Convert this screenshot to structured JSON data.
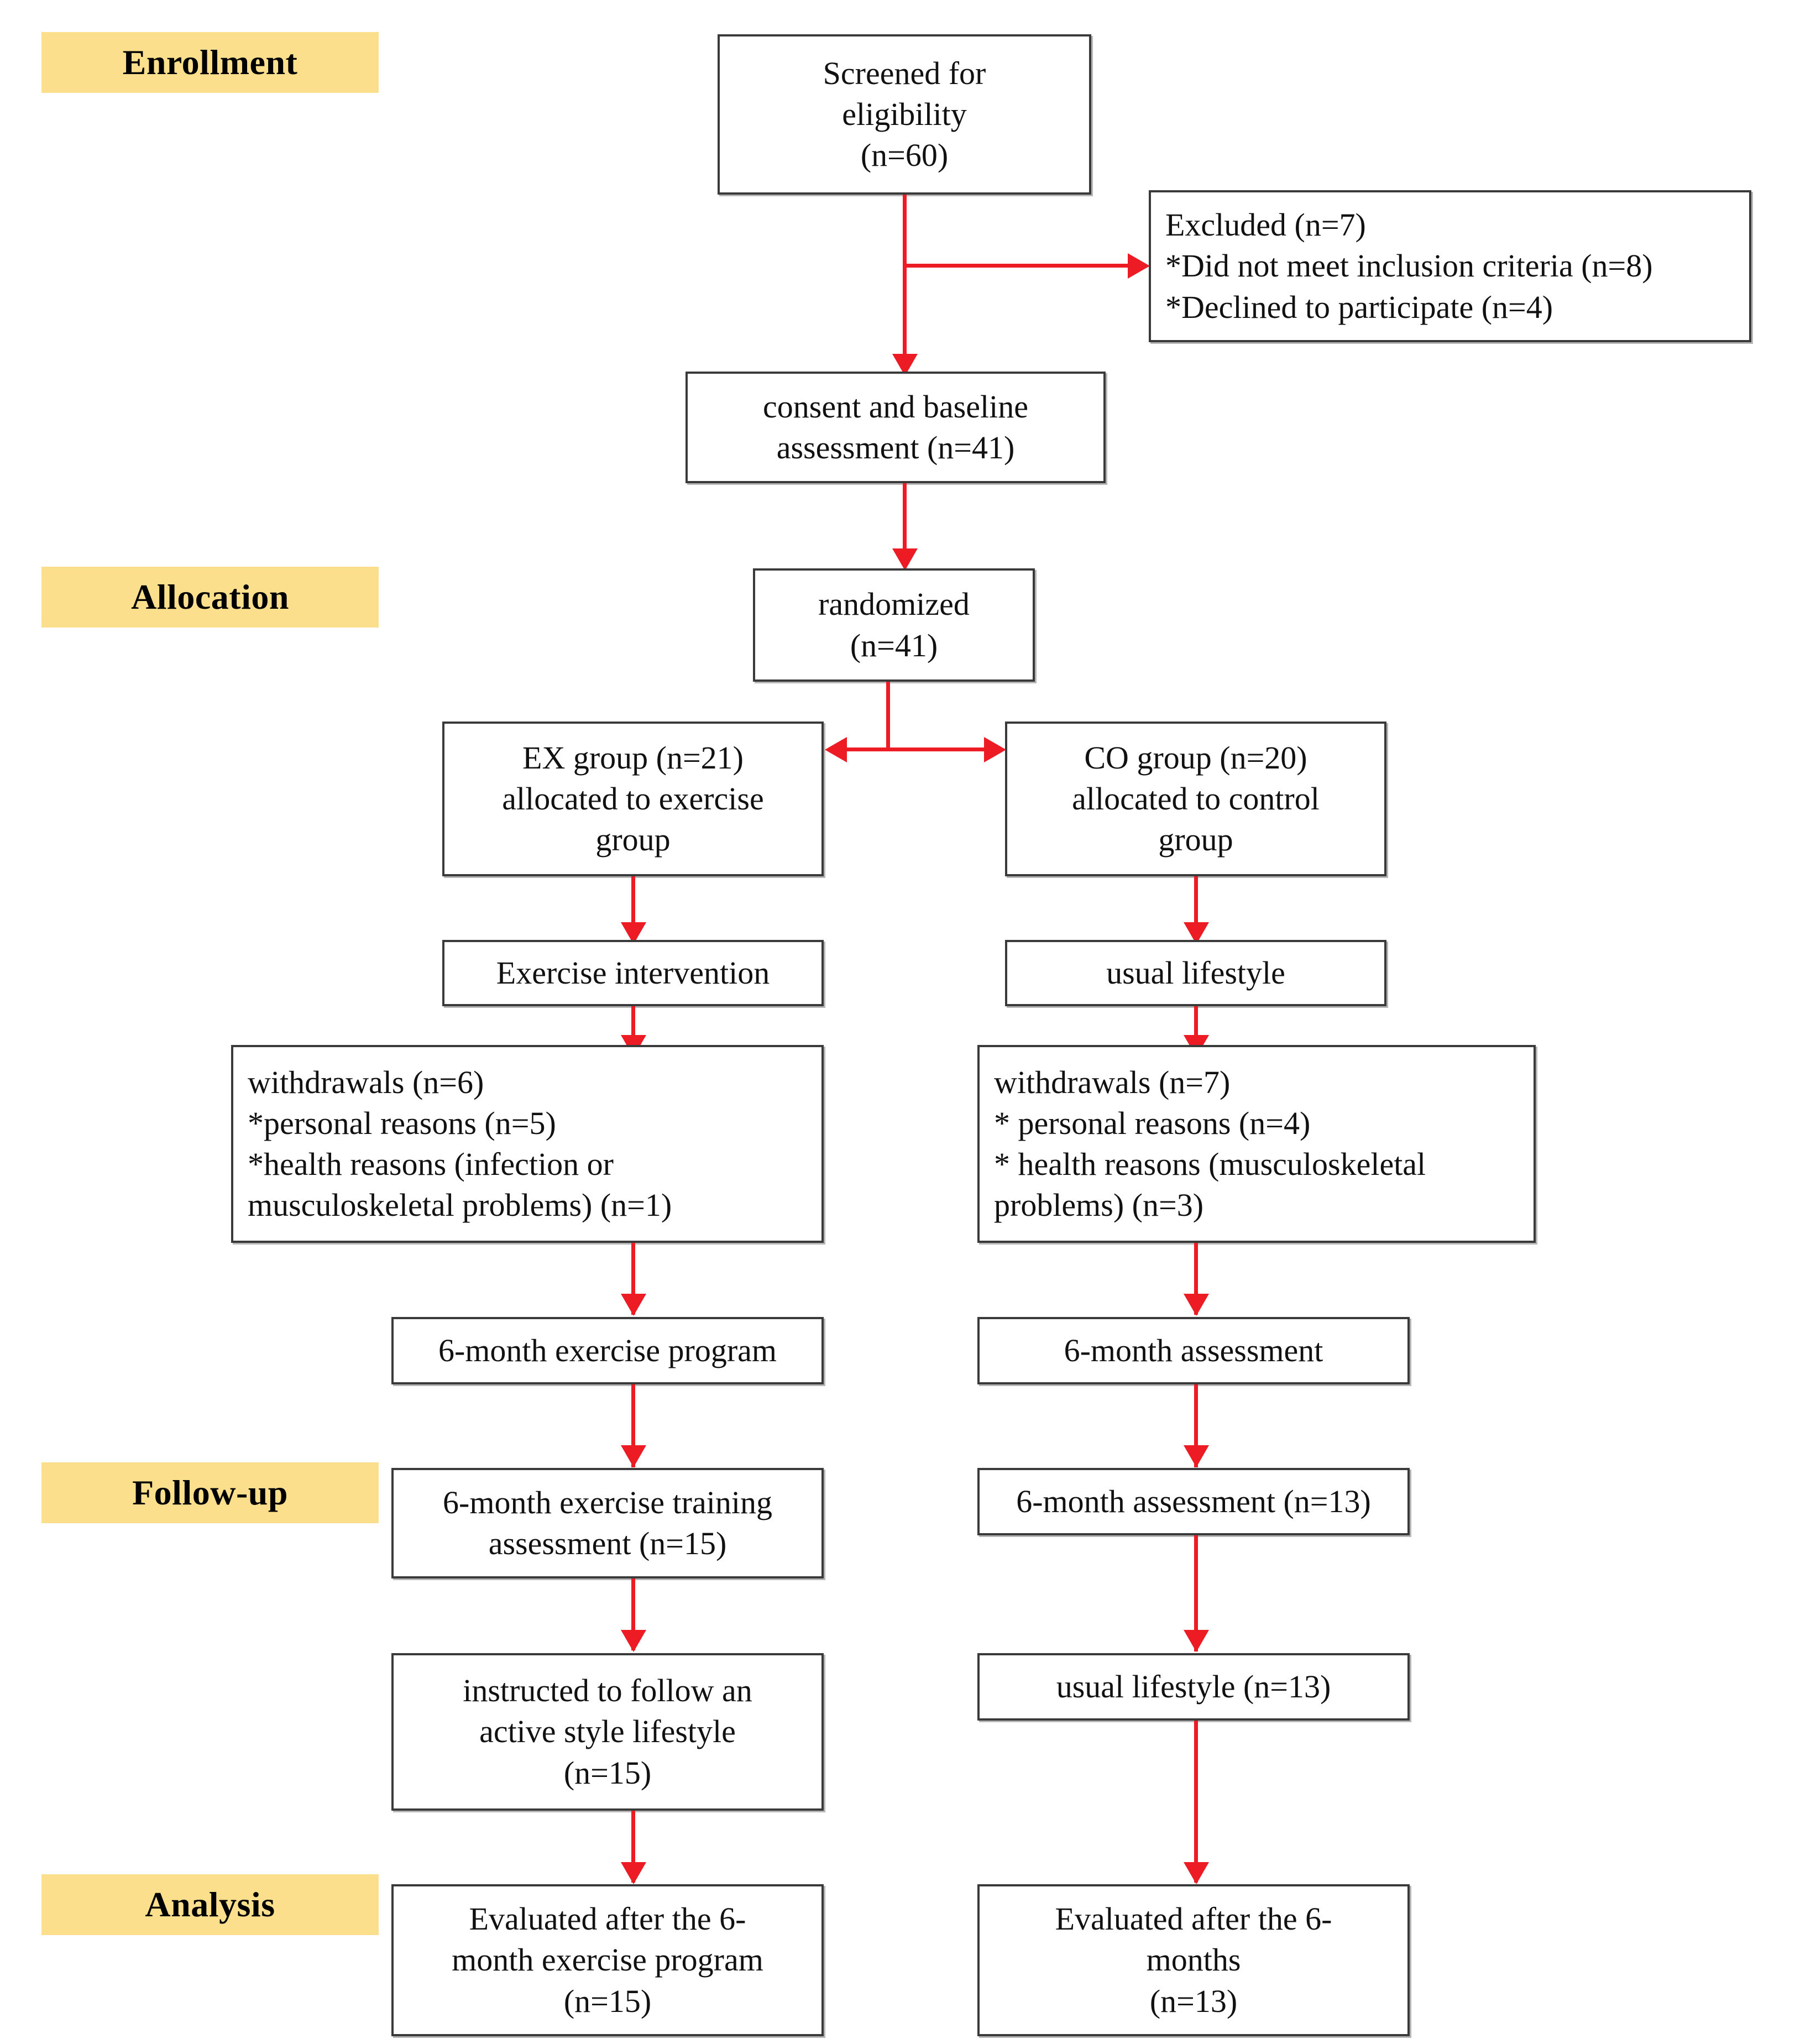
{
  "diagram": {
    "title": "CONSORT participant flow diagram",
    "accent_red": "#ED1C24",
    "stage_label_bg": "#FBDF8C",
    "box_border": "#3A3A3A"
  },
  "stages": {
    "enrollment": "Enrollment",
    "allocation": "Allocation",
    "followup": "Follow-up",
    "analysis": "Analysis"
  },
  "boxes": {
    "screened": {
      "line1": "Screened for",
      "line2": "eligibility",
      "line3": "(n=60)"
    },
    "excluded": {
      "line1": "Excluded (n=7)",
      "line2": "*Did not meet inclusion criteria (n=8)",
      "line3": "*Declined to participate (n=4)"
    },
    "consent": {
      "line1": "consent and baseline",
      "line2": "assessment (n=41)"
    },
    "randomized": {
      "line1": "randomized",
      "line2": "(n=41)"
    },
    "ex_group": {
      "line1": "EX group (n=21)",
      "line2": "allocated to exercise",
      "line3": "group"
    },
    "co_group": {
      "line1": "CO group (n=20)",
      "line2": "allocated to control",
      "line3": "group"
    },
    "ex_intervention": {
      "line1": "Exercise intervention"
    },
    "co_intervention": {
      "line1": "usual lifestyle"
    },
    "ex_withdrawals": {
      "line1": "withdrawals (n=6)",
      "line2": "*personal reasons (n=5)",
      "line3": "*health reasons (infection or",
      "line4": "musculoskeletal problems) (n=1)"
    },
    "co_withdrawals": {
      "line1": "withdrawals (n=7)",
      "line2": "* personal reasons (n=4)",
      "line3": "* health reasons (musculoskeletal",
      "line4": "problems) (n=3)"
    },
    "ex_program": {
      "line1": "6-month exercise program"
    },
    "co_assessment_1": {
      "line1": "6-month assessment"
    },
    "ex_training_assessment": {
      "line1": "6-month exercise training",
      "line2": "assessment (n=15)"
    },
    "co_assessment_2": {
      "line1": "6-month assessment (n=13)"
    },
    "ex_active_lifestyle": {
      "line1": "instructed to follow an",
      "line2": "active style lifestyle",
      "line3": "(n=15)"
    },
    "co_usual_lifestyle": {
      "line1": "usual lifestyle (n=13)"
    },
    "ex_evaluated": {
      "line1": "Evaluated after the 6-",
      "line2": "month exercise program",
      "line3": "(n=15)"
    },
    "co_evaluated": {
      "line1": "Evaluated after the 6-",
      "line2": "months",
      "line3": "(n=13)"
    }
  },
  "chart_data": {
    "type": "diagram",
    "title": "CONSORT flow diagram of participants",
    "nodes": [
      {
        "id": "screened",
        "stage": "Enrollment",
        "label": "Screened for eligibility",
        "n": 60
      },
      {
        "id": "excluded",
        "stage": "Enrollment",
        "label": "Excluded",
        "n": 7,
        "reasons": [
          {
            "label": "Did not meet inclusion criteria",
            "n": 8
          },
          {
            "label": "Declined to participate",
            "n": 4
          }
        ]
      },
      {
        "id": "consent",
        "stage": "Enrollment",
        "label": "consent and baseline assessment",
        "n": 41
      },
      {
        "id": "randomized",
        "stage": "Allocation",
        "label": "randomized",
        "n": 41
      },
      {
        "id": "ex_group",
        "stage": "Allocation",
        "label": "EX group allocated to exercise group",
        "n": 21
      },
      {
        "id": "co_group",
        "stage": "Allocation",
        "label": "CO group allocated to control group",
        "n": 20
      },
      {
        "id": "ex_intervention",
        "stage": "Allocation",
        "label": "Exercise intervention",
        "n": null
      },
      {
        "id": "co_intervention",
        "stage": "Allocation",
        "label": "usual lifestyle",
        "n": null
      },
      {
        "id": "ex_withdrawals",
        "stage": "Allocation",
        "label": "withdrawals",
        "n": 6,
        "reasons": [
          {
            "label": "personal reasons",
            "n": 5
          },
          {
            "label": "health reasons (infection or musculoskeletal problems)",
            "n": 1
          }
        ]
      },
      {
        "id": "co_withdrawals",
        "stage": "Allocation",
        "label": "withdrawals",
        "n": 7,
        "reasons": [
          {
            "label": "personal reasons",
            "n": 4
          },
          {
            "label": "health reasons (musculoskeletal problems)",
            "n": 3
          }
        ]
      },
      {
        "id": "ex_program",
        "stage": "Follow-up",
        "label": "6-month exercise program",
        "n": null
      },
      {
        "id": "co_assessment_1",
        "stage": "Follow-up",
        "label": "6-month assessment",
        "n": null
      },
      {
        "id": "ex_training_assessment",
        "stage": "Follow-up",
        "label": "6-month exercise training assessment",
        "n": 15
      },
      {
        "id": "co_assessment_2",
        "stage": "Follow-up",
        "label": "6-month assessment",
        "n": 13
      },
      {
        "id": "ex_active_lifestyle",
        "stage": "Follow-up",
        "label": "instructed to follow an active style lifestyle",
        "n": 15
      },
      {
        "id": "co_usual_lifestyle",
        "stage": "Follow-up",
        "label": "usual lifestyle",
        "n": 13
      },
      {
        "id": "ex_evaluated",
        "stage": "Analysis",
        "label": "Evaluated after the 6-month exercise program",
        "n": 15
      },
      {
        "id": "co_evaluated",
        "stage": "Analysis",
        "label": "Evaluated after the 6-months",
        "n": 13
      }
    ],
    "edges": [
      {
        "from": "screened",
        "to": "excluded"
      },
      {
        "from": "screened",
        "to": "consent"
      },
      {
        "from": "consent",
        "to": "randomized"
      },
      {
        "from": "randomized",
        "to": "ex_group"
      },
      {
        "from": "randomized",
        "to": "co_group"
      },
      {
        "from": "ex_group",
        "to": "ex_intervention"
      },
      {
        "from": "ex_intervention",
        "to": "ex_withdrawals"
      },
      {
        "from": "ex_withdrawals",
        "to": "ex_program"
      },
      {
        "from": "ex_program",
        "to": "ex_training_assessment"
      },
      {
        "from": "ex_training_assessment",
        "to": "ex_active_lifestyle"
      },
      {
        "from": "ex_active_lifestyle",
        "to": "ex_evaluated"
      },
      {
        "from": "co_group",
        "to": "co_intervention"
      },
      {
        "from": "co_intervention",
        "to": "co_withdrawals"
      },
      {
        "from": "co_withdrawals",
        "to": "co_assessment_1"
      },
      {
        "from": "co_assessment_1",
        "to": "co_assessment_2"
      },
      {
        "from": "co_assessment_2",
        "to": "co_usual_lifestyle"
      },
      {
        "from": "co_usual_lifestyle",
        "to": "co_evaluated"
      }
    ]
  }
}
